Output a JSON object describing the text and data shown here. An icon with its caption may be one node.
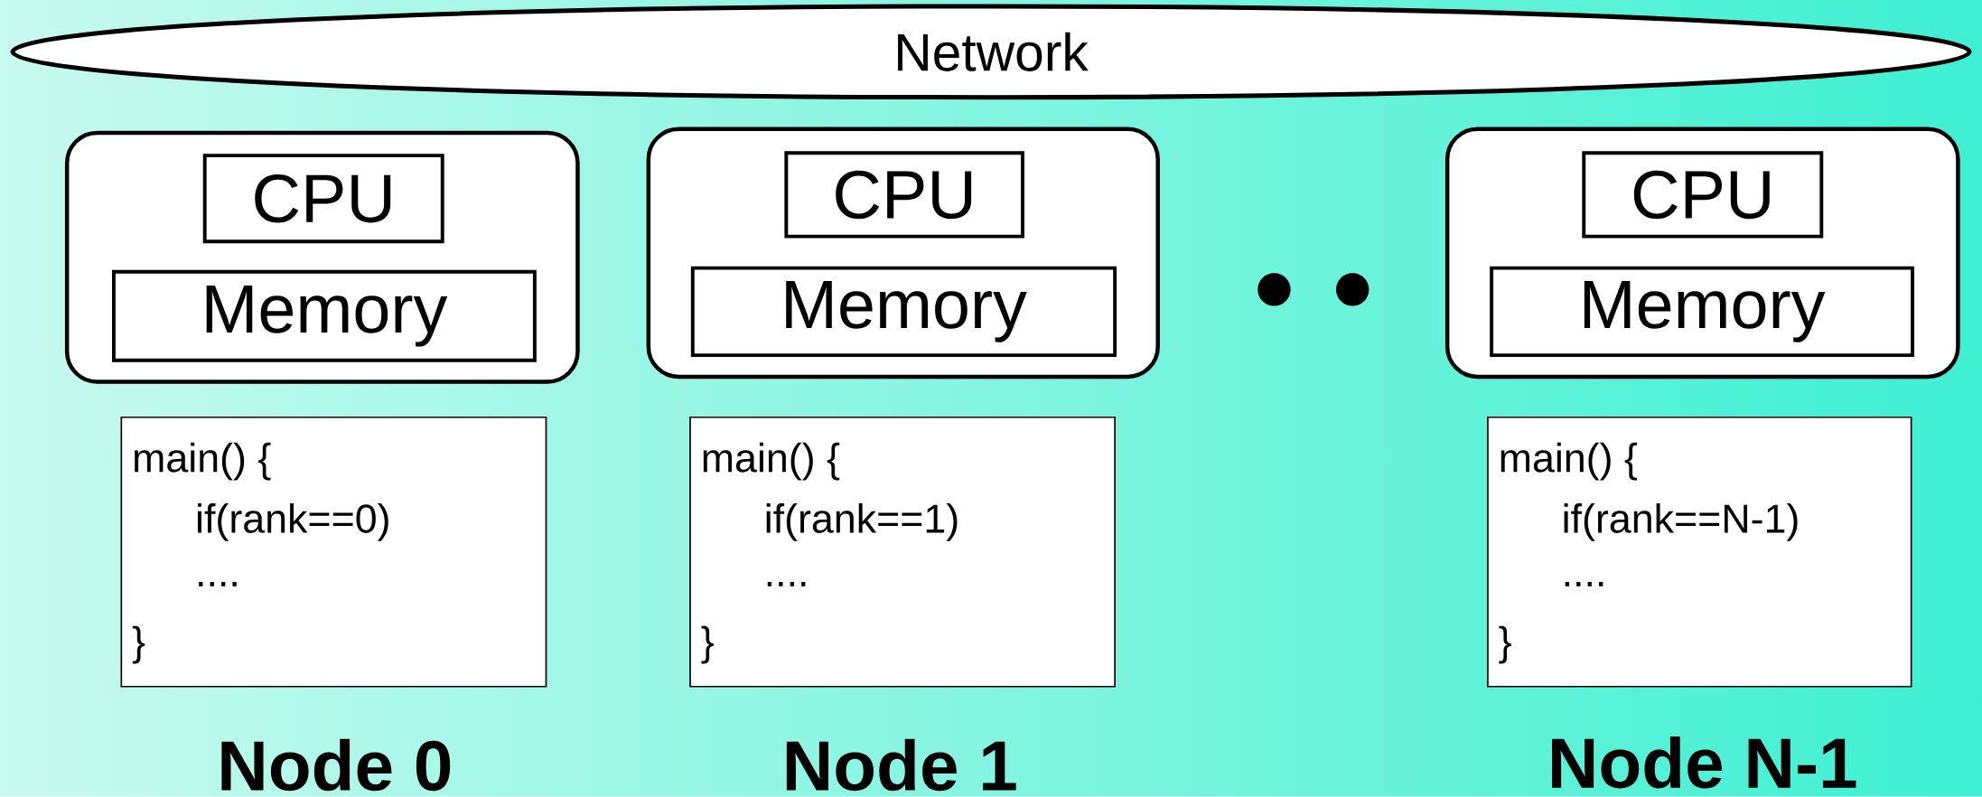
{
  "diagram": {
    "nodes": [
      {
        "text": [
          "Network"
        ]
      },
      {
        "text": [],
        "shape": "box"
      },
      {
        "text": [
          "CPU"
        ],
        "in": 1
      },
      {
        "text": [
          "Memory"
        ],
        "in": 1
      },
      {
        "text": [],
        "shape": "box"
      },
      {
        "text": [
          "CPU"
        ],
        "in": 4
      },
      {
        "text": [
          "Memory"
        ],
        "in": 4
      },
      {
        "text": [],
        "shape": "box"
      },
      {
        "text": [
          "CPU"
        ],
        "in": 7
      },
      {
        "text": [
          "Memory"
        ],
        "in": 7
      },
      {
        "text": [
          "main() {",
          "if(rank==0)",
          "....",
          "}"
        ],
        "beside": [
          "Node 0"
        ]
      },
      {
        "text": [
          "main() {",
          "if(rank==1)",
          "....",
          "}"
        ],
        "beside": [
          "Node 1"
        ]
      },
      {
        "text": [
          "main() {",
          "if(rank==N-1)",
          "....",
          "}"
        ],
        "beside": [
          "Node N-1"
        ]
      }
    ]
  }
}
